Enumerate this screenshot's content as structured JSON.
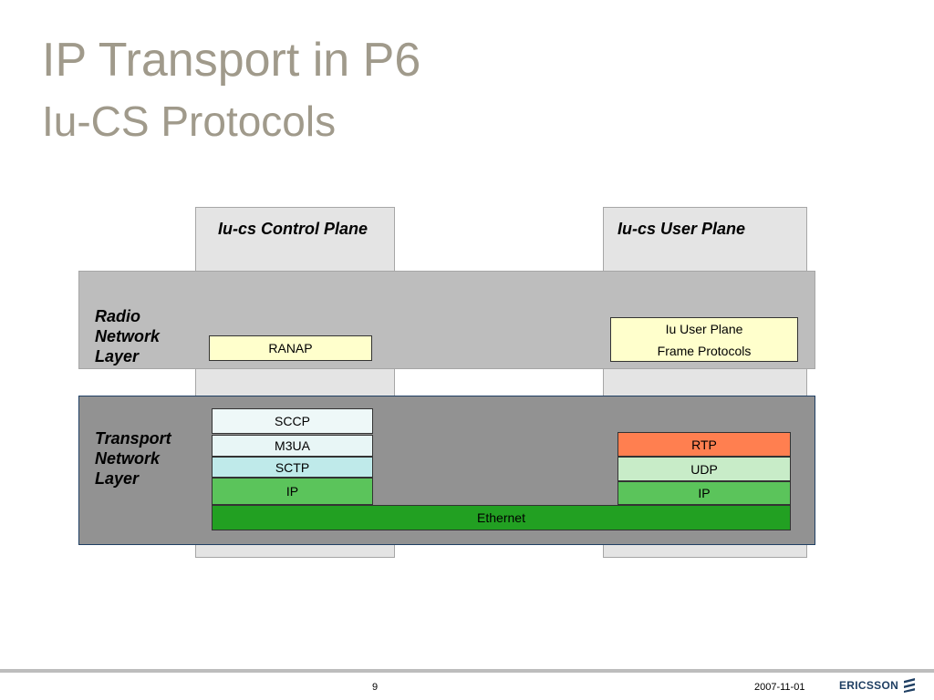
{
  "title": "IP Transport in P6",
  "subtitle": "Iu-CS Protocols",
  "control_plane_label": "Iu-cs Control Plane",
  "user_plane_label": "Iu-cs User Plane",
  "radio_layer_label": [
    "Radio",
    "Network",
    "Layer"
  ],
  "transport_layer_label": [
    "Transport",
    "Network",
    "Layer"
  ],
  "control_stack": [
    {
      "label": "RANAP",
      "color": "#ffffcc"
    },
    {
      "label": "SCCP",
      "color": "#eef8f8"
    },
    {
      "label": "M3UA",
      "color": "#e8f6f6"
    },
    {
      "label": "SCTP",
      "color": "#bfeaea"
    },
    {
      "label": "IP",
      "color": "#5bc45b"
    }
  ],
  "user_stack": [
    {
      "line1": "Iu User Plane",
      "line2": "Frame Protocols",
      "color": "#ffffcc"
    },
    {
      "label": "RTP",
      "color": "#ff7f50"
    },
    {
      "label": "UDP",
      "color": "#c8ecc8"
    },
    {
      "label": "IP",
      "color": "#5bc45b"
    }
  ],
  "shared": {
    "label": "Ethernet",
    "color": "#22a022"
  },
  "footer": {
    "page_number": "9",
    "date": "2007-11-01",
    "brand": "ERICSSON"
  }
}
